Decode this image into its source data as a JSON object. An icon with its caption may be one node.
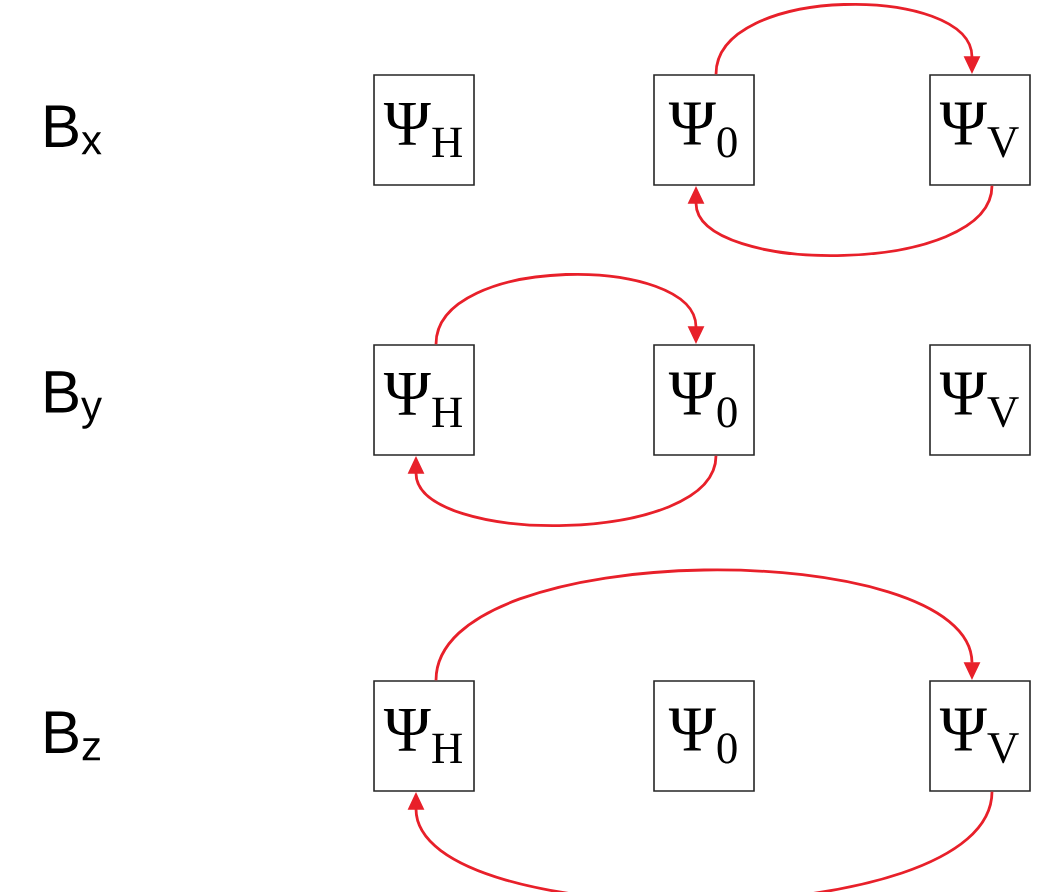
{
  "diagram": {
    "nodes": [
      {
        "text": [
          "Ψ$_{H}$"
        ]
      },
      {
        "text": [
          "Ψ$_{0}$"
        ]
      },
      {
        "text": [
          "Ψ$_{V}$"
        ]
      },
      {
        "text": [
          "Ψ$_{H}$"
        ]
      },
      {
        "text": [
          "Ψ$_{0}$"
        ]
      },
      {
        "text": [
          "Ψ$_{V}$"
        ]
      },
      {
        "text": [
          "Ψ$_{H}$"
        ]
      },
      {
        "text": [
          "Ψ$_{0}$"
        ]
      },
      {
        "text": [
          "Ψ$_{V}$"
        ]
      }
    ],
    "edges": [
      {
        "from": 1,
        "to": 2,
        "arrow": "to",
        "color": "#e8202a"
      },
      {
        "from": 2,
        "to": 1,
        "arrow": "to",
        "color": "#e8202a"
      },
      {
        "from": 3,
        "to": 4,
        "arrow": "to",
        "color": "#e8202a"
      },
      {
        "from": 4,
        "to": 3,
        "arrow": "to",
        "color": "#e8202a"
      },
      {
        "from": 6,
        "to": 8,
        "arrow": "to",
        "color": "#e8202a"
      },
      {
        "from": 8,
        "to": 6,
        "arrow": "to",
        "color": "#e8202a"
      }
    ],
    "labels": [
      "B$_{x}$",
      "B$_{y}$",
      "B$_{z}$"
    ]
  }
}
